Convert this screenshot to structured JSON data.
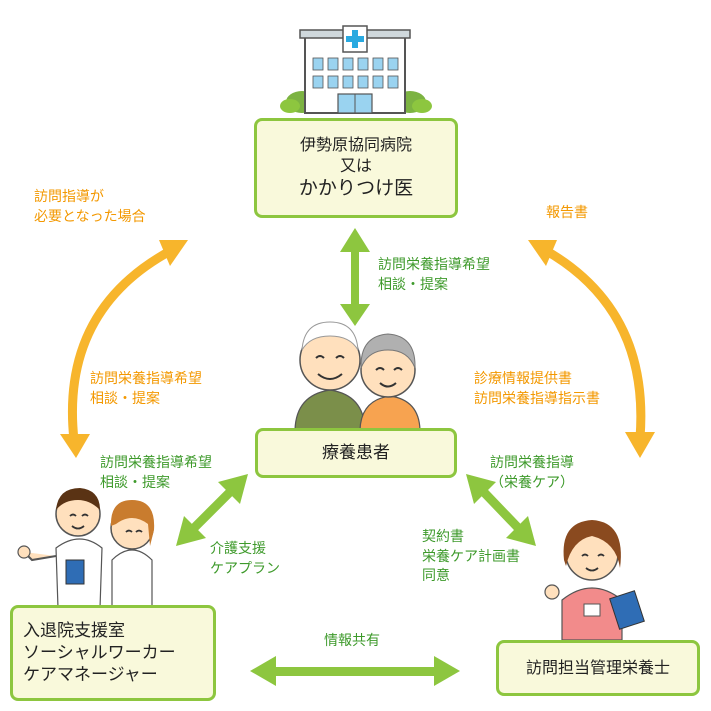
{
  "nodes": {
    "hospital": [
      "伊勢原協同病院",
      "又は",
      "かかりつけ医"
    ],
    "patient": "療養患者",
    "support": [
      "入退院支援室",
      "ソーシャルワーカー",
      "ケアマネージャー"
    ],
    "dietitian": "訪問担当管理栄養士"
  },
  "labels": {
    "left_top": [
      "訪問指導が",
      "必要となった場合"
    ],
    "left_mid": [
      "訪問栄養指導希望",
      "相談・提案"
    ],
    "left_low": [
      "訪問栄養指導希望",
      "相談・提案"
    ],
    "center_top": [
      "訪問栄養指導希望",
      "相談・提案"
    ],
    "right_top": [
      "報告書"
    ],
    "right_mid": [
      "診療情報提供書",
      "訪問栄養指導指示書"
    ],
    "right_low": [
      "訪問栄養指導",
      "（栄養ケア）"
    ],
    "care": [
      "介護支援",
      "ケアプラン"
    ],
    "contract": [
      "契約書",
      "栄養ケア計画書",
      "同意"
    ],
    "share": [
      "情報共有"
    ]
  },
  "colors": {
    "green": "#8dc63f",
    "orange": "#f7b52c",
    "box_fill": "#f9f9db",
    "green_text": "#3e9a2b",
    "orange_text": "#f39800"
  },
  "icons": [
    "hospital-icon",
    "elderly-couple-icon",
    "medical-staff-icon",
    "dietitian-icon"
  ]
}
